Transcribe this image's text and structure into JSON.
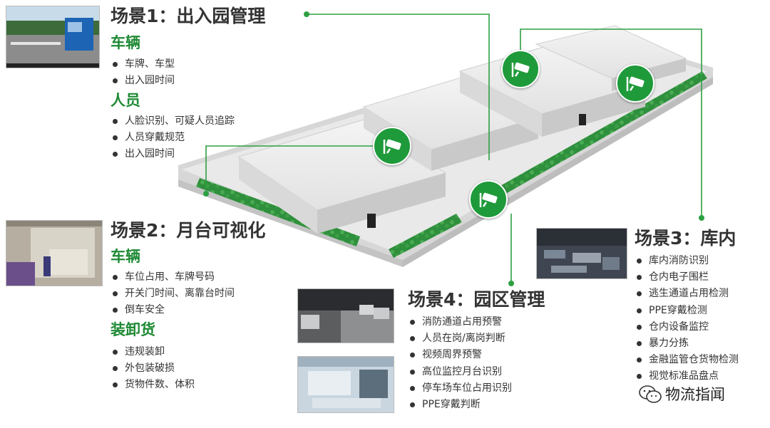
{
  "scene1": {
    "title": "场景1：出入园管理",
    "groups": [
      {
        "name": "车辆",
        "items": [
          "车牌、车型",
          "出入园时间"
        ]
      },
      {
        "name": "人员",
        "items": [
          "人脸识别、可疑人员追踪",
          "人员穿戴规范",
          "出入园时间"
        ]
      }
    ]
  },
  "scene2": {
    "title": "场景2：月台可视化",
    "groups": [
      {
        "name": "车辆",
        "items": [
          "车位占用、车牌号码",
          "开关门时间、离靠台时间",
          "倒车安全"
        ]
      },
      {
        "name": "装卸货",
        "items": [
          "违规装卸",
          "外包装破损",
          "货物件数、体积"
        ]
      }
    ]
  },
  "scene3": {
    "title": "场景3：库内",
    "items": [
      "库内消防识别",
      "仓内电子围栏",
      "逃生通道占用检测",
      "PPE穿戴检测",
      "仓内设备监控",
      "暴力分拣",
      "金融监管仓货物检测",
      "视觉标准品盘点"
    ]
  },
  "scene4": {
    "title": "场景4：园区管理",
    "items": [
      "消防通道占用预警",
      "人员在岗/离岗判断",
      "视频周界预警",
      "高位监控月台识别",
      "停车场车位占用识别",
      "PPE穿戴判断"
    ]
  },
  "watermark": {
    "text": "物流指闻"
  },
  "colors": {
    "accent": "#1e8a34",
    "camera": "#1f9a3a",
    "line": "#2ea043"
  },
  "icons": {
    "camera": "cctv-camera-icon",
    "watermark": "wechat-icon"
  }
}
